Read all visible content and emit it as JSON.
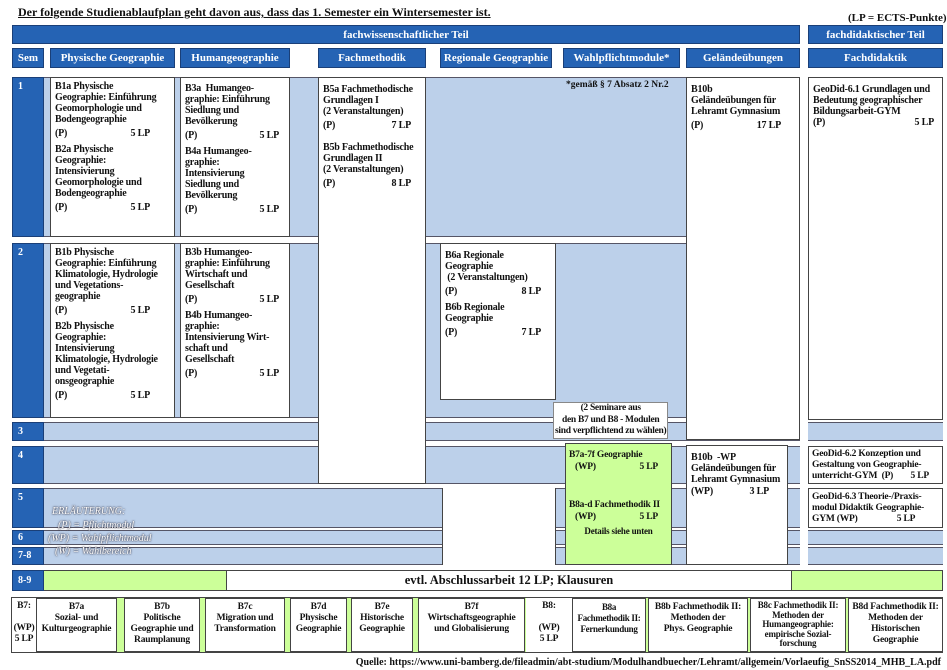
{
  "intro": "Der folgende Studienablaufplan geht davon aus, dass das 1. Semester ein Wintersemester ist.",
  "lp_note": "(LP = ECTS-Punkte)",
  "sections": {
    "fw": "fachwissenschaftlicher Teil",
    "fd": "fachdidaktischer Teil"
  },
  "headers": {
    "sem": "Sem",
    "phys": "Physische Geographie",
    "human": "Humangeographie",
    "fm": "Fachmethodik",
    "reg": "Regionale Geographie",
    "wp": "Wahlpflichtmodule*",
    "gel": "Geländeübungen",
    "fd": "Fachdidaktik"
  },
  "sems": [
    "1",
    "2",
    "3",
    "4",
    "5",
    "6",
    "7-8",
    "8-9"
  ],
  "modules": {
    "b1a": {
      "title": "B1a Physische\nGeographie: Einführung\nGeomorphologie und\nBodengeographie",
      "type": "(P)",
      "lp": "5 LP"
    },
    "b2a": {
      "title": "B2a Physische\nGeographie:\nIntensivierung\nGeomorphologie und\nBodengeographie",
      "type": "(P)",
      "lp": "5 LP"
    },
    "b1b": {
      "title": "B1b Physische\nGeographie: Einführung\nKlimatologie, Hydrologie\nund Vegetations-\ngeographie",
      "type": "(P)",
      "lp": "5 LP"
    },
    "b2b": {
      "title": "B2b Physische\nGeographie:\nIntensivierung\nKlimatologie, Hydrologie\nund Vegetati-\nonsgeographie",
      "type": "(P)",
      "lp": "5 LP"
    },
    "b3a": {
      "title": "B3a  Humangeo-\ngraphie: Einführung\nSiedlung und\nBevölkerung",
      "type": "(P)",
      "lp": "5 LP"
    },
    "b4a": {
      "title": "B4a Humangeo-\ngraphie:\nIntensivierung\nSiedlung und\nBevölkerung",
      "type": "(P)",
      "lp": "5 LP"
    },
    "b3b": {
      "title": "B3b Humangeo-\ngraphie: Einführung\nWirtschaft und\nGesellschaft",
      "type": "(P)",
      "lp": "5 LP"
    },
    "b4b": {
      "title": "B4b Humangeo-\ngraphie:\nIntensivierung Wirt-\nschaft und\nGesellschaft",
      "type": "(P)",
      "lp": "5 LP"
    },
    "b5a": {
      "title": "B5a Fachmethodische\nGrundlagen I\n(2 Veranstaltungen)",
      "type": "(P)",
      "lp": "7 LP"
    },
    "b5b": {
      "title": "B5b Fachmethodische\nGrundlagen II\n(2 Veranstaltungen)",
      "type": "(P)",
      "lp": "8 LP"
    },
    "b6a": {
      "title": "B6a Regionale\nGeographie\n (2 Veranstaltungen)",
      "type": "(P)",
      "lp": "8 LP"
    },
    "b6b": {
      "title": "B6b Regionale\nGeographie",
      "type": "(P)",
      "lp": "7 LP"
    },
    "b10b": {
      "title": "B10b\nGeländeübungen für\nLehramt Gymnasium",
      "type": "(P)",
      "lp": "17 LP"
    },
    "b10wp": {
      "title": "B10b  -WP\nGeländeübungen für\nLehramt Gymnasium",
      "type": "(WP)",
      "lp": "3  LP"
    },
    "b7": {
      "title": "B7a-7f Geographie",
      "type": "(WP)",
      "lp": "5 LP"
    },
    "b8": {
      "title": "B8a-d Fachmethodik II",
      "type": "(WP)",
      "lp": "5 LP",
      "note": "Details siehe unten"
    },
    "gd1": {
      "title": "GeoDid-6.1 Grundlagen und\nBedeutung geographischer\nBildungsarbeit-GYM",
      "type": "(P)",
      "lp": "5 LP"
    },
    "gd2": {
      "title": "GeoDid-6.2 Konzeption und\nGestaltung von Geographie-\nunterricht-GYM  (P)        5 LP"
    },
    "gd3": {
      "title": "GeoDid-6.3 Theorie-/Praxis-\nmodul Didaktik Geographie-\nGYM (WP)                  5 LP"
    }
  },
  "wp_footnote": "*gemäß § 7 Absatz 2 Nr.2",
  "wp_seminars": "(2 Seminare aus\nden B7 und B8 - Modulen\nsind verpflichtend zu wählen)",
  "legend": {
    "title": "ERLÄUTERUNG:",
    "p": "(P) = Pflichtmodul",
    "wp": "(WP) = Wahlpflichtmodul",
    "w": "(W) = Wahlbereich"
  },
  "thesis": "evtl. Abschlussarbeit 12 LP; Klausuren",
  "bottom": [
    {
      "id": "b7",
      "text": "B7:\n\n(WP)\n5 LP",
      "green": true
    },
    {
      "id": "b7a",
      "text": "B7a\nSozial- und\nKulturgeographie"
    },
    {
      "id": "b7b",
      "text": "B7b\nPolitische\nGeographie und\nRaumplanung"
    },
    {
      "id": "b7c",
      "text": "B7c\nMigration und\nTransformation"
    },
    {
      "id": "b7d",
      "text": "B7d\nPhysische\nGeographie"
    },
    {
      "id": "b7e",
      "text": "B7e\nHistorische\nGeographie"
    },
    {
      "id": "b7f",
      "text": "B7f\nWirtschaftsgeographie\nund Globalisierung"
    },
    {
      "id": "b8",
      "text": "B8:\n\n(WP)\n5 LP",
      "green": true
    },
    {
      "id": "b8a",
      "text": "B8a\nFachmethodik II:\nFernerkundung"
    },
    {
      "id": "b8b",
      "text": "B8b Fachmethodik II:\nMethoden der\nPhys. Geographie"
    },
    {
      "id": "b8c",
      "text": "B8c Fachmethodik II:\nMethoden der\nHumangeographie:\nempirische Sozial-\nforschung"
    },
    {
      "id": "b8d",
      "text": "B8d Fachmethodik II:\nMethoden der\nHistorischen\nGeographie"
    }
  ],
  "source": "Quelle: https://www.uni-bamberg.de/fileadmin/abt-studium/Modulhandbuecher/Lehramt/allgemein/Vorlaeufig_SnSS2014_MHB_LA.pdf",
  "colors": {
    "dark_blue": "#2563b4",
    "light_blue": "#bcd0ea",
    "green": "#ccff99"
  }
}
